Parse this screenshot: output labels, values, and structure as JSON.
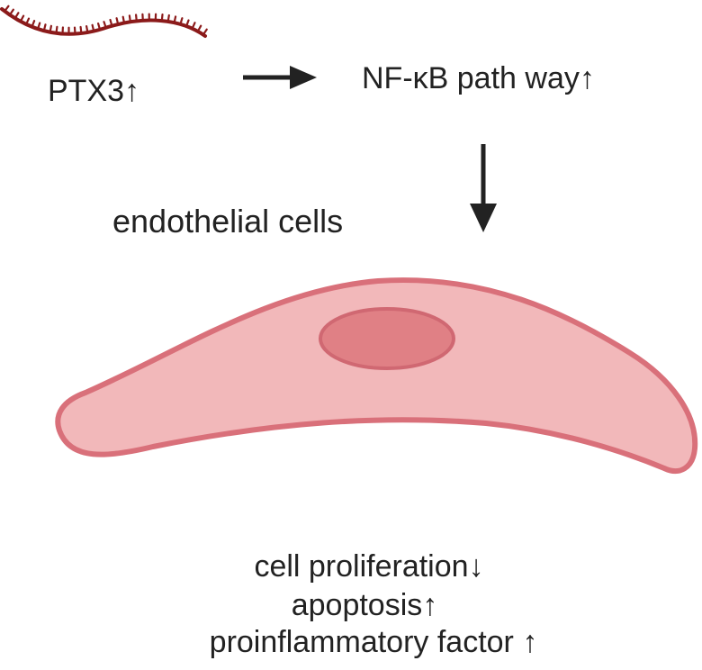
{
  "nodes": {
    "ptx3": "PTX3↑",
    "nfkb": "NF-κB path way↑",
    "endothelial": "endothelial cells"
  },
  "outcomes": [
    "cell proliferation↓",
    "apoptosis↑",
    "proinflammatory factor ↑"
  ],
  "icons": {
    "protein": "ptx3-protein-strand-icon",
    "arrow_right": "arrow-right-icon",
    "arrow_down": "arrow-down-icon",
    "cell": "endothelial-cell-icon",
    "nucleus": "cell-nucleus-icon"
  },
  "colors": {
    "protein_strand": "#8b1a1a",
    "cell_fill": "#f2b8ba",
    "cell_stroke": "#d9707a",
    "nucleus_fill": "#e08085",
    "nucleus_stroke": "#d06872",
    "arrow": "#222222",
    "text": "#222222"
  }
}
